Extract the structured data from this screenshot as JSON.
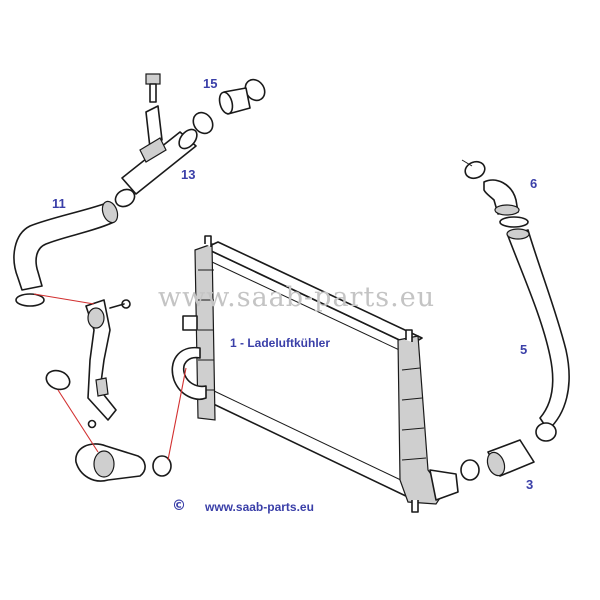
{
  "labels": {
    "p15": "15",
    "p13": "13",
    "p11": "11",
    "p6": "6",
    "p5": "5",
    "p3": "3",
    "main": "1 - Ladeluftkühler"
  },
  "watermark": "www.saab-parts.eu",
  "footer": {
    "copyright_symbol": "©",
    "url": "www.saab-parts.eu"
  },
  "colors": {
    "label": "#3a3fa8",
    "watermark": "#c4c4c4",
    "leader": "#d23030",
    "line": "#1a1a1a"
  }
}
